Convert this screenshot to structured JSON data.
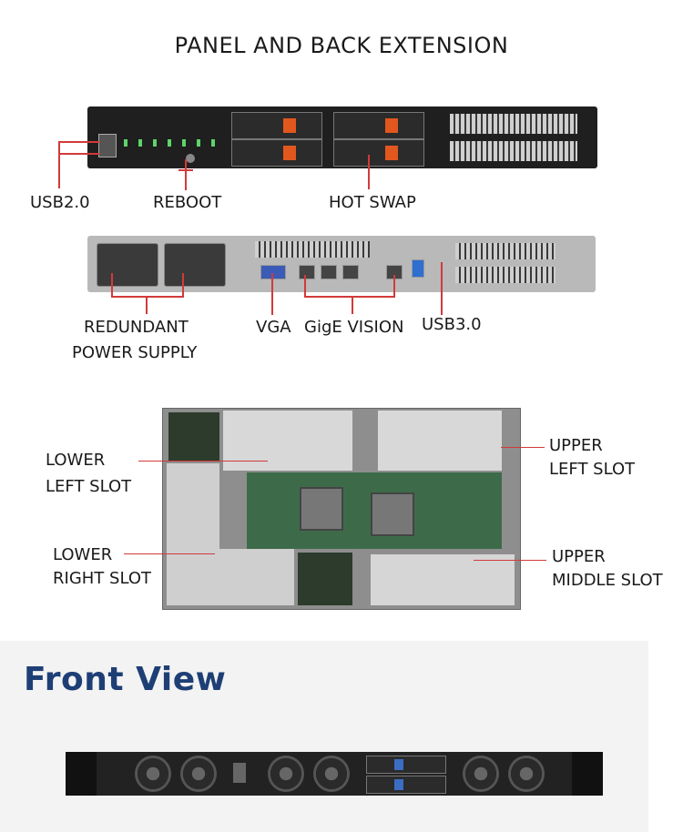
{
  "title": "PANEL AND BACK EXTENSION",
  "front_panel_labels": {
    "usb2": "USB2.0",
    "reboot": "REBOOT",
    "hot_swap": "HOT SWAP"
  },
  "rear_panel_labels": {
    "redundant_line1": "REDUNDANT",
    "redundant_line2": "POWER SUPPLY",
    "vga": "VGA",
    "gige": "GigE VISION",
    "usb3": "USB3.0"
  },
  "interior_labels": {
    "lower_left_1": "LOWER",
    "lower_left_2": "LEFT SLOT",
    "lower_right_1": "LOWER",
    "lower_right_2": "RIGHT SLOT",
    "upper_left_1": "UPPER",
    "upper_left_2": "LEFT SLOT",
    "upper_middle_1": "UPPER",
    "upper_middle_2": "MIDDLE SLOT"
  },
  "front_view": {
    "title": "Front View"
  },
  "colors": {
    "callout_line": "#d23a3a",
    "front_title": "#1e3f75",
    "tray_handle": "#e2571e"
  },
  "icons": [
    "server-front-panel",
    "server-rear-panel",
    "server-interior",
    "server-front-view"
  ]
}
